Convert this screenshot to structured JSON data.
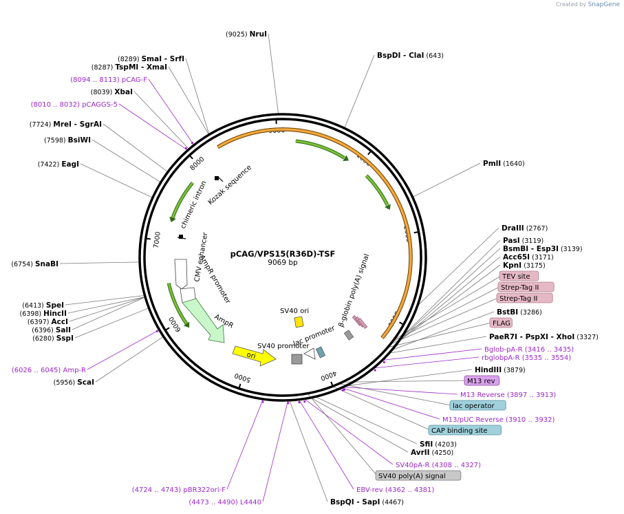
{
  "header": {
    "created_by": "Created by",
    "app_name": "SnapGene"
  },
  "plasmid": {
    "name": "pCAG/VPS15(R36D)-TSF",
    "size_label": "9069 bp",
    "total_bp": 9069
  },
  "ticks": [
    {
      "bp": 1000,
      "label": "1000"
    },
    {
      "bp": 2000,
      "label": "2000"
    },
    {
      "bp": 3000,
      "label": "3000"
    },
    {
      "bp": 4000,
      "label": "4000"
    },
    {
      "bp": 5000,
      "label": "5000"
    },
    {
      "bp": 6000,
      "label": "6000"
    },
    {
      "bp": 7000,
      "label": "7000"
    },
    {
      "bp": 8000,
      "label": "8000"
    },
    {
      "bp": 9000,
      "label": "9000"
    }
  ],
  "enzymes": [
    {
      "name": "NruI",
      "pos": "(9025)",
      "bp": 9025,
      "side": "R",
      "row": 1
    },
    {
      "name": "BspDI",
      "name2": "ClaI",
      "pos": "(643)",
      "bp": 643,
      "side": "L",
      "row": 2
    },
    {
      "name": "SmaI",
      "name2": "SrfI",
      "pos": "(8289)",
      "bp": 8289,
      "side": "R",
      "row": 3
    },
    {
      "name": "TspMI",
      "name2": "XmaI",
      "pos": "(8287)",
      "bp": 8287,
      "side": "R",
      "row": 4
    },
    {
      "name": "XbaI",
      "pos": "(8039)",
      "bp": 8039,
      "side": "R",
      "row": 6
    },
    {
      "name": "MreI",
      "name2": "SgrAI",
      "pos": "(7724)",
      "bp": 7724,
      "side": "R",
      "row": 8
    },
    {
      "name": "BsiWI",
      "pos": "(7598)",
      "bp": 7598,
      "side": "R",
      "row": 9
    },
    {
      "name": "EagI",
      "pos": "(7422)",
      "bp": 7422,
      "side": "R",
      "row": 10
    },
    {
      "name": "PmlI",
      "pos": "(1640)",
      "bp": 1640,
      "side": "L",
      "row": 11
    },
    {
      "name": "SnaBI",
      "pos": "(6754)",
      "bp": 6754,
      "side": "R",
      "row": 12
    },
    {
      "name": "DraIII",
      "pos": "(2767)",
      "bp": 2767,
      "side": "L",
      "row": 13
    },
    {
      "name": "PasI",
      "pos": "(3119)",
      "bp": 3119,
      "side": "L",
      "row": 14
    },
    {
      "name": "BsmBI",
      "name2": "Esp3I",
      "pos": "(3139)",
      "bp": 3139,
      "side": "L",
      "row": 15
    },
    {
      "name": "Acc65I",
      "pos": "(3171)",
      "bp": 3171,
      "side": "L",
      "row": 16
    },
    {
      "name": "KpnI",
      "pos": "(3175)",
      "bp": 3175,
      "side": "L",
      "row": 17
    },
    {
      "name": "SpeI",
      "pos": "(6413)",
      "bp": 6413,
      "side": "R",
      "row": 18
    },
    {
      "name": "HincII",
      "pos": "(6398)",
      "bp": 6398,
      "side": "R",
      "row": 19
    },
    {
      "name": "AccI",
      "pos": "(6397)",
      "bp": 6397,
      "side": "R",
      "row": 20
    },
    {
      "name": "SalI",
      "pos": "(6396)",
      "bp": 6396,
      "side": "R",
      "row": 21
    },
    {
      "name": "SspI",
      "pos": "(6280)",
      "bp": 6280,
      "side": "R",
      "row": 22
    },
    {
      "name": "BstBI",
      "pos": "(3286)",
      "bp": 3286,
      "side": "L",
      "row": 23
    },
    {
      "name": "PaeR7I",
      "name2": "PspXI",
      "name3": "XhoI",
      "pos": "(3327)",
      "bp": 3327,
      "side": "L",
      "row": 24
    },
    {
      "name": "ScaI",
      "pos": "(5956)",
      "bp": 5956,
      "side": "R",
      "row": 25
    },
    {
      "name": "HindIII",
      "pos": "(3879)",
      "bp": 3879,
      "side": "L",
      "row": 26
    },
    {
      "name": "SfiI",
      "pos": "(4203)",
      "bp": 4203,
      "side": "L",
      "row": 27
    },
    {
      "name": "AvrII",
      "pos": "(4250)",
      "bp": 4250,
      "side": "L",
      "row": 28
    },
    {
      "name": "BspQI",
      "name2": "SapI",
      "pos": "(4467)",
      "bp": 4467,
      "side": "L",
      "row": 29
    }
  ],
  "primers": [
    {
      "name": "pCAG-F",
      "range": "(8094 .. 8113)",
      "bp": 8103,
      "side": "R",
      "row": 5
    },
    {
      "name": "pCAGGS-5",
      "range": "(8010 .. 8032)",
      "bp": 8021,
      "side": "R",
      "row": 7
    },
    {
      "name": "Bglob-pA-R",
      "range": "(3416 .. 3435)",
      "bp": 3425,
      "side": "L",
      "row": 30
    },
    {
      "name": "rbglobpA-R",
      "range": "(3535 .. 3554)",
      "bp": 3545,
      "side": "L",
      "row": 31
    },
    {
      "name": "Amp-R",
      "range": "(6026 .. 6045)",
      "bp": 6035,
      "side": "R",
      "row": 32
    },
    {
      "name": "M13 Reverse",
      "range": "(3897 .. 3913)",
      "bp": 3905,
      "side": "L",
      "row": 33
    },
    {
      "name": "M13/pUC Reverse",
      "range": "(3910 .. 3932)",
      "bp": 3921,
      "side": "L",
      "row": 34
    },
    {
      "name": "SV40pA-R",
      "range": "(4308 .. 4327)",
      "bp": 4317,
      "side": "L",
      "row": 35
    },
    {
      "name": "EBV-rev",
      "range": "(4362 .. 4381)",
      "bp": 4371,
      "side": "L",
      "row": 36
    },
    {
      "name": "pBR322ori-F",
      "range": "(4724 .. 4743)",
      "bp": 4733,
      "side": "R",
      "row": 37
    },
    {
      "name": "L4440",
      "range": "(4473 .. 4490)",
      "bp": 4481,
      "side": "R",
      "row": 38
    }
  ],
  "feature_boxes": [
    {
      "name": "TEV site",
      "fill": "#e5b8c6",
      "stroke": "#b07c8c",
      "bp": 3210,
      "row": 39
    },
    {
      "name": "Strep-Tag II",
      "fill": "#e5b8c6",
      "stroke": "#b07c8c",
      "bp": 3230,
      "row": 40
    },
    {
      "name": "Strep-Tag II",
      "fill": "#e5b8c6",
      "stroke": "#b07c8c",
      "bp": 3260,
      "row": 41
    },
    {
      "name": "FLAG",
      "fill": "#e5b8c6",
      "stroke": "#b07c8c",
      "bp": 3300,
      "row": 42
    },
    {
      "name": "M13 rev",
      "fill": "#d9a2ec",
      "stroke": "#8a4aa0",
      "bp": 3905,
      "row": 43
    },
    {
      "name": "lac operator",
      "fill": "#9fd0dc",
      "stroke": "#5a8f9c",
      "bp": 3940,
      "row": 44
    },
    {
      "name": "CAP binding site",
      "fill": "#9fd0dc",
      "stroke": "#5a8f9c",
      "bp": 4010,
      "row": 45
    },
    {
      "name": "SV40 poly(A) signal",
      "fill": "#c8c8c8",
      "stroke": "#7a7a7a",
      "bp": 4280,
      "row": 46
    }
  ],
  "features": [
    {
      "name": "β-globin poly(A) signal",
      "kind": "orange-arc",
      "color": "#f2a93b"
    },
    {
      "name": "chimeric intron",
      "kind": "green-arrow",
      "color": "#7bbf3a"
    },
    {
      "name": "Kozak sequence",
      "kind": "marker"
    },
    {
      "name": "CMV enhancer",
      "kind": "white-arrow"
    },
    {
      "name": "AmpR promoter",
      "kind": "white-arrow"
    },
    {
      "name": "AmpR",
      "kind": "arrow",
      "color": "#c9f7c9"
    },
    {
      "name": "ori",
      "kind": "arrow",
      "color": "#ffff00"
    },
    {
      "name": "SV40 promoter",
      "kind": "box",
      "color": "#9a9a9a"
    },
    {
      "name": "lac promoter",
      "kind": "white-arrow"
    },
    {
      "name": "SV40 ori",
      "kind": "box",
      "color": "#ffe500"
    }
  ]
}
